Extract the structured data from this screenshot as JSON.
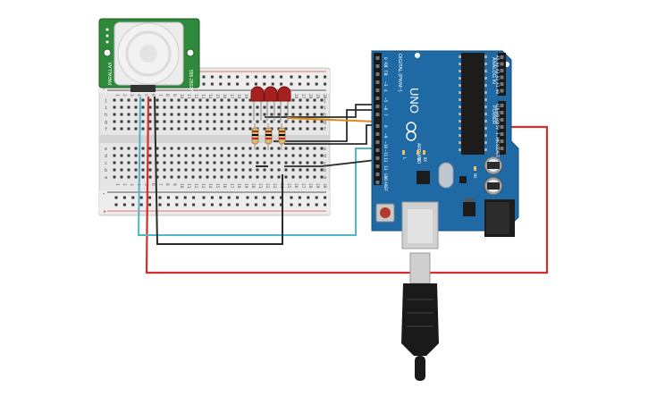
{
  "pir_sensor": {
    "left_text": "PARALLAX",
    "right_text": "555-28027"
  },
  "breadboard": {
    "column_numbers": [
      "1",
      "2",
      "3",
      "4",
      "5",
      "6",
      "7",
      "8",
      "9",
      "10",
      "11",
      "12",
      "13",
      "14",
      "15",
      "16",
      "17",
      "18",
      "19",
      "20",
      "21",
      "22",
      "23",
      "24",
      "25",
      "26",
      "27",
      "28",
      "29",
      "30"
    ],
    "row_letters_top": [
      "j",
      "i",
      "h",
      "g",
      "f"
    ],
    "row_letters_bottom": [
      "e",
      "d",
      "c",
      "b",
      "a"
    ],
    "rail_plus": "+",
    "rail_minus": "-"
  },
  "arduino": {
    "model": "UNO",
    "brand": "ARDUINO",
    "digital_label": "DIGITAL (PWM~)",
    "analog_label": "ANALOG IN",
    "power_label": "POWER",
    "digital_pins": [
      "0 RX",
      "1 TX",
      "2",
      "~3",
      "4",
      "~5",
      "~6",
      "7",
      "8",
      "~9",
      "~10",
      "~11",
      "12",
      "13",
      "GND",
      "AREF"
    ],
    "analog_pins": [
      "A5",
      "A4",
      "A3",
      "A2",
      "A1",
      "A0"
    ],
    "power_pins": [
      "VIN",
      "GND",
      "GND",
      "5V",
      "3.3V",
      "RESET",
      "IOREF"
    ],
    "small_labels": [
      "L",
      "TX",
      "RX",
      "ON"
    ]
  },
  "colors": {
    "breadboard": "#e6e6e6",
    "arduino_board": "#1f6aa5",
    "pir_board": "#2e8a3a",
    "wire_red": "#d32f2f",
    "wire_black": "#2b2b2b",
    "wire_teal": "#4fb8c4",
    "wire_orange": "#e08a1e",
    "led_red": "#a52020"
  }
}
